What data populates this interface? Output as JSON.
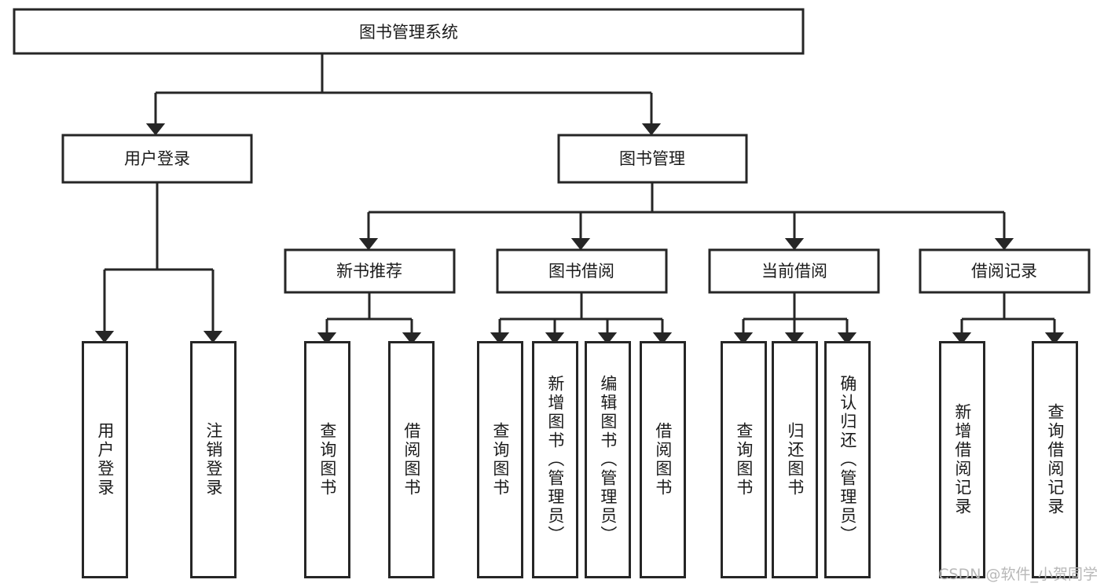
{
  "diagram": {
    "title": "图书管理系统",
    "type": "tree-hierarchy",
    "watermark": "CSDN @软件_小贺同学",
    "colors": {
      "stroke": "#262626",
      "fill": "#ffffff",
      "text": "#1b1b1b",
      "watermark": "#b8b8b8",
      "background": "#ffffff"
    },
    "levels": {
      "root": {
        "label": "图书管理系统"
      },
      "level2": [
        {
          "label": "用户登录"
        },
        {
          "label": "图书管理"
        }
      ],
      "level3": [
        {
          "label": "新书推荐"
        },
        {
          "label": "图书借阅"
        },
        {
          "label": "当前借阅"
        },
        {
          "label": "借阅记录"
        }
      ],
      "leaves": [
        {
          "label": "用户登录",
          "parent": "用户登录"
        },
        {
          "label": "注销登录",
          "parent": "用户登录"
        },
        {
          "label": "查询图书",
          "parent": "新书推荐"
        },
        {
          "label": "借阅图书",
          "parent": "新书推荐"
        },
        {
          "label": "查询图书",
          "parent": "图书借阅"
        },
        {
          "label": "新增图书（管理员）",
          "parent": "图书借阅"
        },
        {
          "label": "编辑图书（管理员）",
          "parent": "图书借阅"
        },
        {
          "label": "借阅图书",
          "parent": "图书借阅"
        },
        {
          "label": "查询图书",
          "parent": "当前借阅"
        },
        {
          "label": "归还图书",
          "parent": "当前借阅"
        },
        {
          "label": "确认归还（管理员）",
          "parent": "当前借阅"
        },
        {
          "label": "新增借阅记录",
          "parent": "借阅记录"
        },
        {
          "label": "查询借阅记录",
          "parent": "借阅记录"
        }
      ]
    }
  }
}
